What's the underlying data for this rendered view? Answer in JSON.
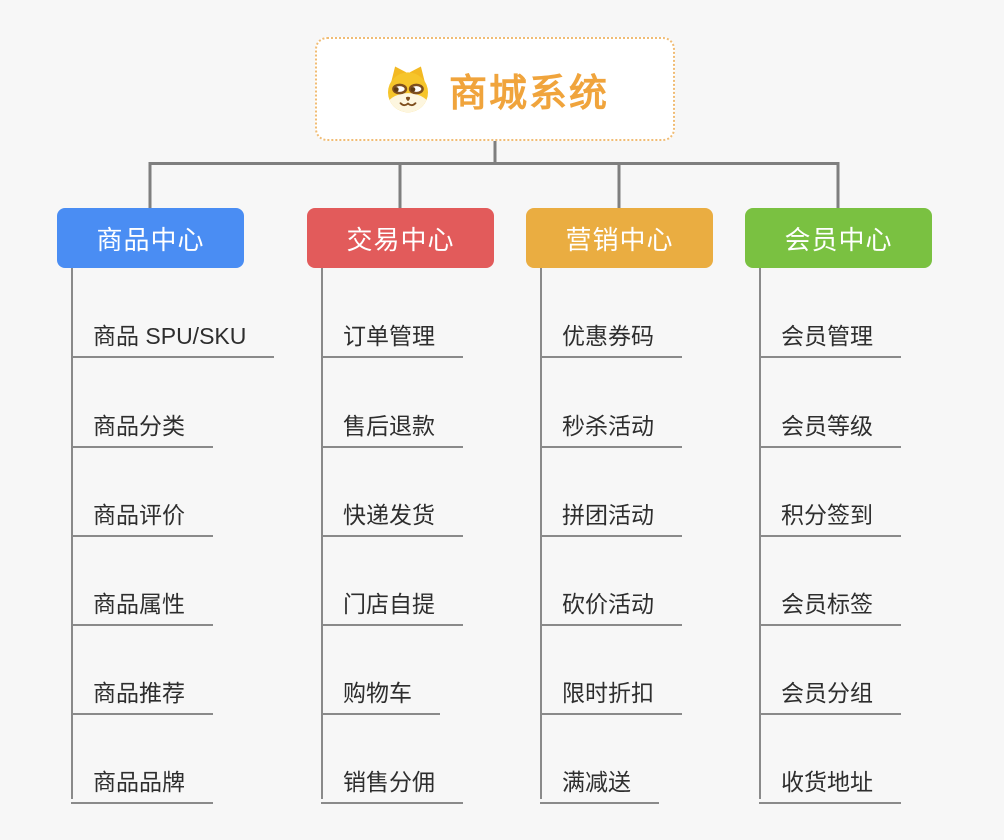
{
  "root": {
    "title": "商城系统",
    "icon": "doge-dog-icon"
  },
  "branches": [
    {
      "id": "product-center",
      "label": "商品中心",
      "color": "#4a8df3",
      "items": [
        "商品 SPU/SKU",
        "商品分类",
        "商品评价",
        "商品属性",
        "商品推荐",
        "商品品牌"
      ]
    },
    {
      "id": "trade-center",
      "label": "交易中心",
      "color": "#e25b5b",
      "items": [
        "订单管理",
        "售后退款",
        "快递发货",
        "门店自提",
        "购物车",
        "销售分佣"
      ]
    },
    {
      "id": "marketing-center",
      "label": "营销中心",
      "color": "#eaad41",
      "items": [
        "优惠券码",
        "秒杀活动",
        "拼团活动",
        "砍价活动",
        "限时折扣",
        "满减送"
      ]
    },
    {
      "id": "member-center",
      "label": "会员中心",
      "color": "#7ac141",
      "items": [
        "会员管理",
        "会员等级",
        "积分签到",
        "会员标签",
        "会员分组",
        "收货地址"
      ]
    }
  ],
  "style_colors": {
    "connector": "#7f7f7f",
    "leaf_underline": "#8a8a8a",
    "root_accent": "#f0a43c",
    "root_border": "#f0bc74",
    "background": "#f7f7f7"
  }
}
